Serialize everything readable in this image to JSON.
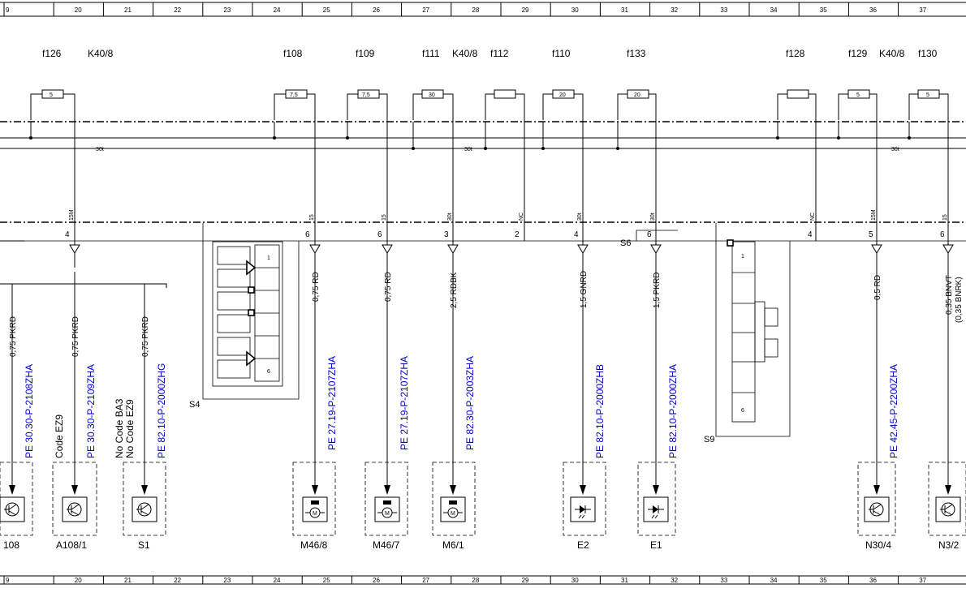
{
  "ruler": {
    "top": [
      "9",
      "20",
      "21",
      "22",
      "23",
      "24",
      "25",
      "26",
      "27",
      "28",
      "29",
      "30",
      "31",
      "32",
      "33",
      "34",
      "35",
      "36",
      "37"
    ],
    "bottom": [
      "9",
      "20",
      "21",
      "22",
      "23",
      "24",
      "25",
      "26",
      "27",
      "28",
      "29",
      "30",
      "31",
      "32",
      "33",
      "34",
      "35",
      "36",
      "37"
    ]
  },
  "fuse_labels": [
    {
      "id": "f126",
      "text": "f126"
    },
    {
      "id": "k40-a",
      "text": "K40/8"
    },
    {
      "id": "f108",
      "text": "f108"
    },
    {
      "id": "f109",
      "text": "f109"
    },
    {
      "id": "f111",
      "text": "f111"
    },
    {
      "id": "k40-b",
      "text": "K40/8"
    },
    {
      "id": "f112",
      "text": "f112"
    },
    {
      "id": "f110",
      "text": "f110"
    },
    {
      "id": "f133",
      "text": "f133"
    },
    {
      "id": "f128",
      "text": "f128"
    },
    {
      "id": "f129",
      "text": "f129"
    },
    {
      "id": "k40-c",
      "text": "K40/8"
    },
    {
      "id": "f130",
      "text": "f130"
    }
  ],
  "fuse_ratings": [
    "5",
    "7,5",
    "7,5",
    "30",
    "",
    "20",
    "20",
    "",
    "5",
    "5"
  ],
  "bus_label": "30t",
  "pin_codes": [
    "15M",
    "15",
    "15",
    "30t",
    "NC",
    "30t",
    "30t",
    "NC",
    "15M",
    "15"
  ],
  "pin_numbers": [
    "4",
    "6",
    "6",
    "3",
    "2",
    "4",
    "6",
    "4",
    "5",
    "6"
  ],
  "connectors": {
    "s4": "S4",
    "s6": "S6",
    "s9": "S9",
    "s4_pins": [
      "1",
      "6"
    ],
    "s9_pins": [
      "1",
      "6"
    ]
  },
  "wires": [
    "0,75 PKRD",
    "0,75 PKRD",
    "0,75 PKRD",
    "0,75 RD",
    "0,75 RD",
    "2,5 RDBK",
    "1,5 GNRD",
    "1,5 PKRD",
    "0,5 RD",
    "0,35 BNVT",
    "(0,35 BNRK)"
  ],
  "refs": [
    "PE 30.30-P-2108ZHA",
    "PE 30.30-P-2109ZHA",
    "PE 82.10-P-2000ZHG",
    "PE 27.19-P-2107ZHA",
    "PE 27.19-P-2107ZHA",
    "PE 82.30-P-2003ZHA",
    "PE 82.10-P-2000ZHB",
    "PE 82.10-P-2000ZHA",
    "PE 42.45-P-2200ZHA"
  ],
  "codes": {
    "code_ez9": "Code EZ9",
    "no_ba3": "No Code BA3",
    "no_ez9": "No Code EZ9"
  },
  "components": [
    "108",
    "A108/1",
    "S1",
    "M46/8",
    "M46/7",
    "M6/1",
    "E2",
    "E1",
    "N30/4",
    "N3/2"
  ],
  "icons": [
    "transistor-icon",
    "transistor-icon",
    "transistor-icon",
    "motor-icon",
    "motor-icon",
    "motor-icon",
    "led-icon",
    "led-icon",
    "transistor-icon",
    "transistor-icon"
  ]
}
